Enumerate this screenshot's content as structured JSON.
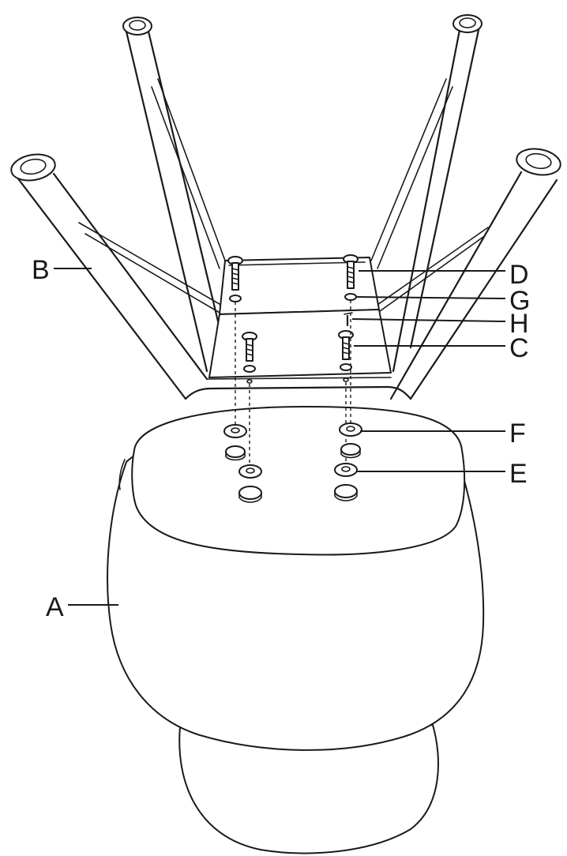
{
  "labels": {
    "a": "A",
    "b": "B",
    "c": "C",
    "d": "D",
    "e": "E",
    "f": "F",
    "g": "G",
    "h": "H"
  },
  "colors": {
    "stroke": "#1a1a1a",
    "background": "#ffffff"
  }
}
